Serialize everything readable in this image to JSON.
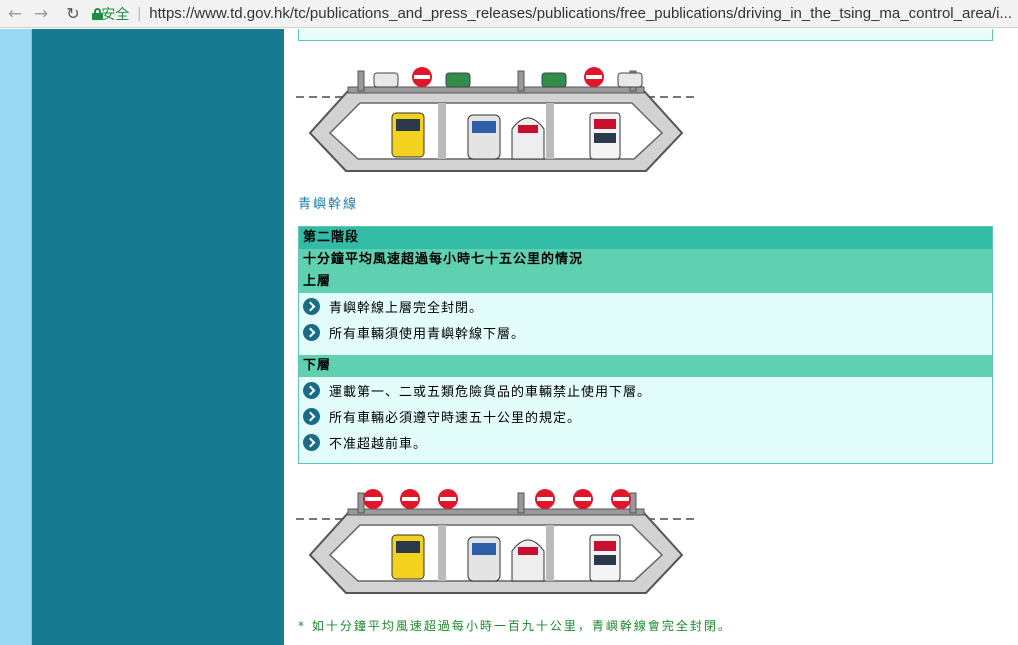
{
  "browser": {
    "secure_label": "安全",
    "url": "https://www.td.gov.hk/tc/publications_and_press_releases/publications/free_publications/driving_in_the_tsing_ma_control_area/i..."
  },
  "main": {
    "caption": "青嶼幹線",
    "stage": {
      "title": "第二階段",
      "condition": "十分鐘平均風速超過每小時七十五公里的情況",
      "upper": {
        "heading": "上層",
        "items": [
          "青嶼幹線上層完全封閉。",
          "所有車輛須使用青嶼幹線下層。"
        ]
      },
      "lower": {
        "heading": "下層",
        "items": [
          "運載第一、二或五類危險貨品的車輛禁止使用下層。",
          "所有車輛必須遵守時速五十公里的規定。",
          "不准超越前車。"
        ]
      }
    },
    "footnote": "* 如十分鐘平均風速超過每小時一百九十公里，青嶼幹線會完全封閉。"
  },
  "colors": {
    "sidebar": "#167a91",
    "gutter": "#99d9f2",
    "header_dark": "#32bca8",
    "header_light": "#5fd0b0",
    "panel_bg": "#e3fdfb",
    "link": "#1c7da6",
    "footnote": "#1a8a2a",
    "no_entry": "#e2162b"
  }
}
